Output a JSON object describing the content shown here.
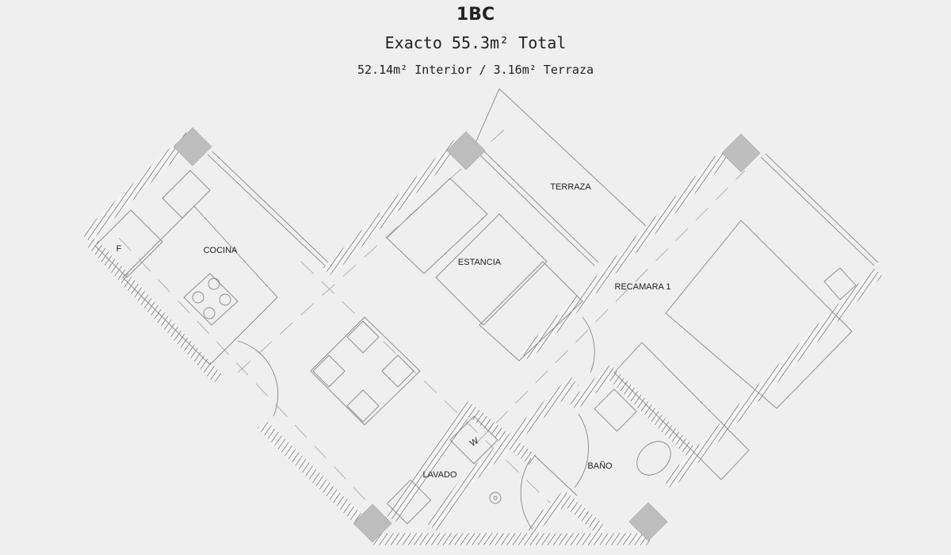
{
  "header": {
    "unit": "1BC",
    "total": "Exacto 55.3m² Total",
    "split": "52.14m² Interior / 3.16m² Terraza"
  },
  "rooms": {
    "cocina": "COCINA",
    "estancia": "ESTANCIA",
    "terraza": "TERRAZA",
    "recamara": "RECAMARA 1",
    "lavado": "LAVADO",
    "bano": "BAÑO"
  },
  "appliances": {
    "fridge": "F",
    "washer": "W"
  }
}
